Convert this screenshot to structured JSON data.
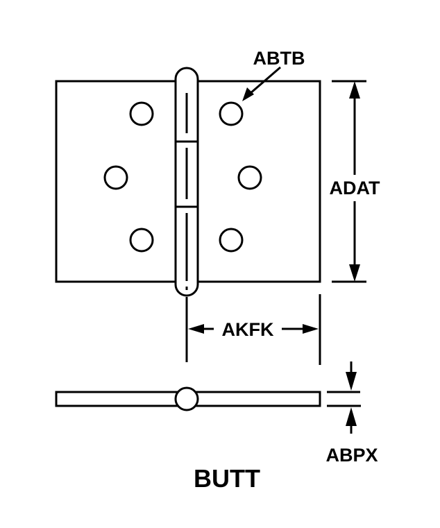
{
  "labels": {
    "hole_diameter": "ABTB",
    "height": "ADAT",
    "leaf_width": "AKFK",
    "thickness": "ABPX",
    "title": "BUTT"
  },
  "colors": {
    "ink": "#000000",
    "background": "#ffffff"
  }
}
